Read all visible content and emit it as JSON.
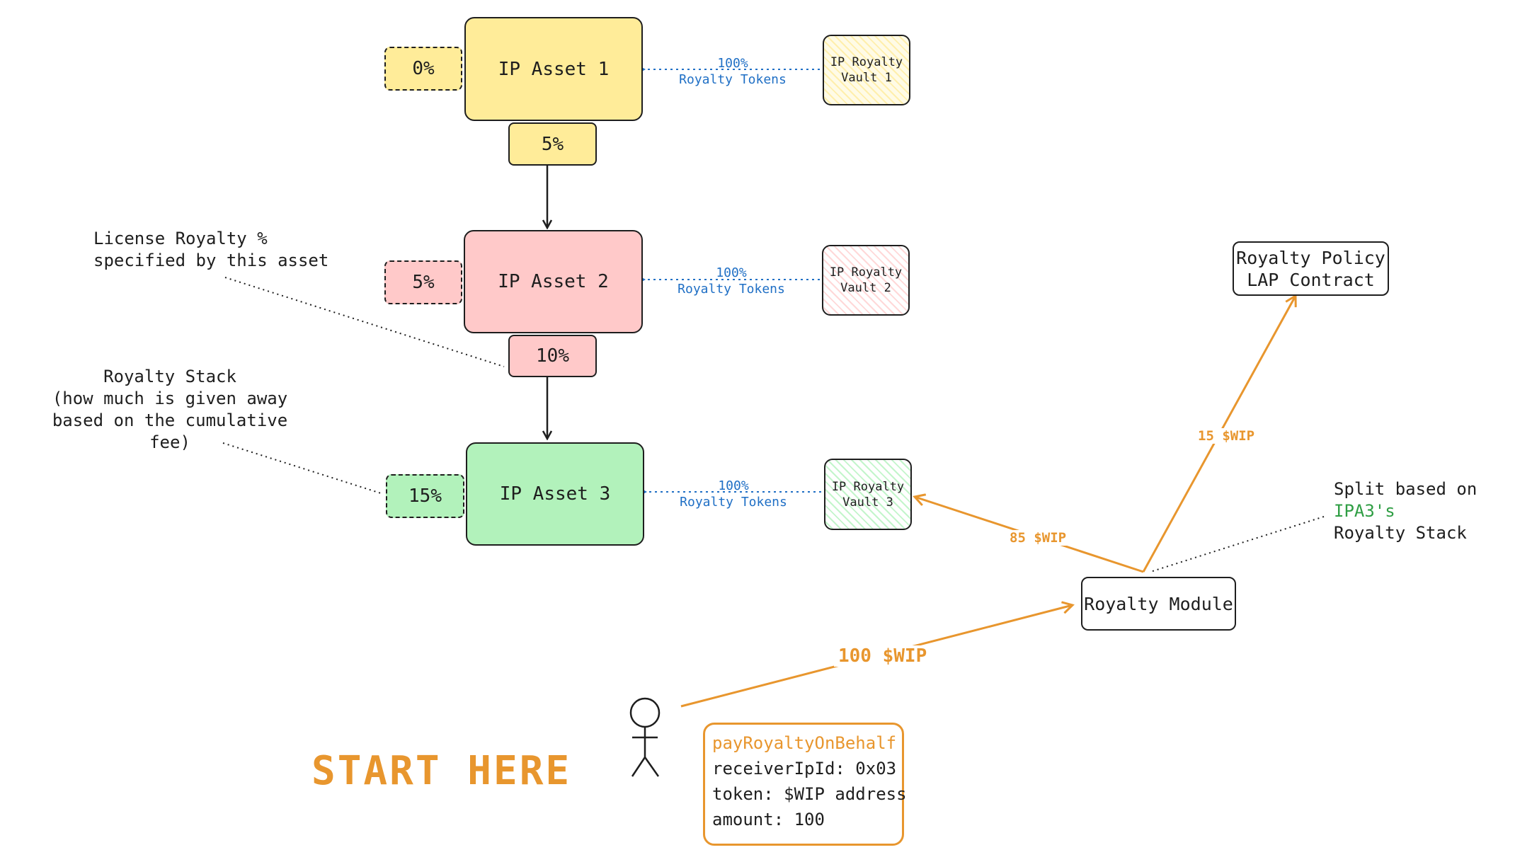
{
  "assets": [
    {
      "name": "IP Asset 1",
      "stack": "0%",
      "license": "5%",
      "vault": "IP Royalty\nVault 1",
      "tokens": "100%\nRoyalty Tokens"
    },
    {
      "name": "IP Asset 2",
      "stack": "5%",
      "license": "10%",
      "vault": "IP Royalty\nVault 2",
      "tokens": "100%\nRoyalty Tokens"
    },
    {
      "name": "IP Asset 3",
      "stack": "15%",
      "vault": "IP Royalty\nVault 3",
      "tokens": "100%\nRoyalty Tokens"
    }
  ],
  "notes": {
    "license_royalty": "License Royalty %\nspecified by this asset",
    "royalty_stack": "Royalty Stack\n(how much is given away\nbased on the cumulative fee)",
    "split_prefix": "Split based on ",
    "split_highlight": "IPA3's",
    "split_suffix": "Royalty Stack"
  },
  "royalty_module": "Royalty Module",
  "royalty_policy": "Royalty Policy\nLAP Contract",
  "flows": {
    "to_vault": "85 $WIP",
    "to_policy": "15 $WIP",
    "payment": "100 $WIP"
  },
  "start_label": "START HERE",
  "call": {
    "function": "payRoyaltyOnBehalf",
    "lines": [
      "receiverIpId: 0x03",
      "token: $WIP address",
      "amount: 100"
    ]
  },
  "colors": {
    "orange": "#e8962e",
    "blue": "#1f6fc5",
    "green": "#2f9e44",
    "yellow": "#ffec99",
    "pink": "#ffc9c9",
    "mint": "#b2f2bb"
  }
}
